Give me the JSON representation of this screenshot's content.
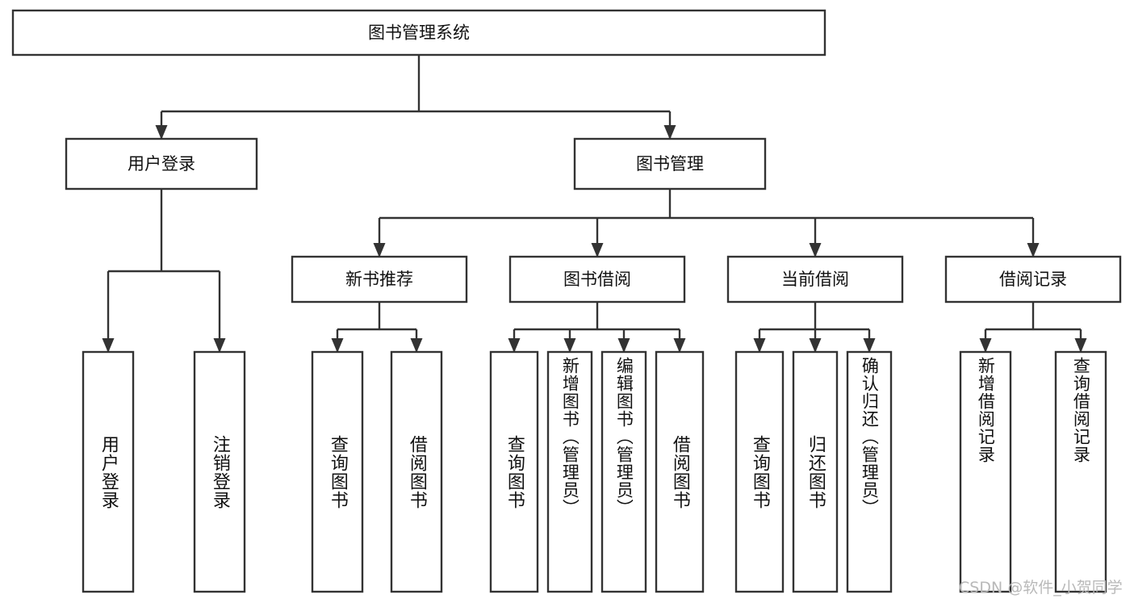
{
  "diagram": {
    "type": "tree",
    "title": "图书管理系统",
    "orientation": "top-down",
    "colors": {
      "background": "#ffffff",
      "box_fill": "#ffffff",
      "box_stroke": "#333333",
      "text": "#111111",
      "watermark": "#b9b9b9"
    },
    "levels": [
      {
        "level": 1,
        "nodes": [
          {
            "id": "root",
            "label": "图书管理系统",
            "text_orientation": "horizontal"
          }
        ]
      },
      {
        "level": 2,
        "nodes": [
          {
            "id": "login",
            "label": "用户登录",
            "parent": "root",
            "text_orientation": "horizontal"
          },
          {
            "id": "bookmgmt",
            "label": "图书管理",
            "parent": "root",
            "text_orientation": "horizontal"
          }
        ]
      },
      {
        "level": 3,
        "nodes": [
          {
            "id": "newbook",
            "label": "新书推荐",
            "parent": "bookmgmt",
            "text_orientation": "horizontal"
          },
          {
            "id": "borrow",
            "label": "图书借阅",
            "parent": "bookmgmt",
            "text_orientation": "horizontal"
          },
          {
            "id": "current",
            "label": "当前借阅",
            "parent": "bookmgmt",
            "text_orientation": "horizontal"
          },
          {
            "id": "records",
            "label": "借阅记录",
            "parent": "bookmgmt",
            "text_orientation": "horizontal"
          }
        ]
      },
      {
        "level": 4,
        "nodes": [
          {
            "id": "leaf-1",
            "label": "用户登录",
            "parent": "login",
            "text_orientation": "vertical"
          },
          {
            "id": "leaf-2",
            "label": "注销登录",
            "parent": "login",
            "text_orientation": "vertical"
          },
          {
            "id": "leaf-3",
            "label": "查询图书",
            "parent": "newbook",
            "text_orientation": "vertical"
          },
          {
            "id": "leaf-4",
            "label": "借阅图书",
            "parent": "newbook",
            "text_orientation": "vertical"
          },
          {
            "id": "leaf-5",
            "label": "查询图书",
            "parent": "borrow",
            "text_orientation": "vertical"
          },
          {
            "id": "leaf-6",
            "label": "新增图书（管理员）",
            "parent": "borrow",
            "text_orientation": "vertical"
          },
          {
            "id": "leaf-7",
            "label": "编辑图书（管理员）",
            "parent": "borrow",
            "text_orientation": "vertical"
          },
          {
            "id": "leaf-8",
            "label": "借阅图书",
            "parent": "borrow",
            "text_orientation": "vertical"
          },
          {
            "id": "leaf-9",
            "label": "查询图书",
            "parent": "current",
            "text_orientation": "vertical"
          },
          {
            "id": "leaf-10",
            "label": "归还图书",
            "parent": "current",
            "text_orientation": "vertical"
          },
          {
            "id": "leaf-11",
            "label": "确认归还（管理员）",
            "parent": "current",
            "text_orientation": "vertical"
          },
          {
            "id": "leaf-12",
            "label": "新增借阅记录",
            "parent": "records",
            "text_orientation": "vertical"
          },
          {
            "id": "leaf-13",
            "label": "查询借阅记录",
            "parent": "records",
            "text_orientation": "vertical"
          }
        ]
      }
    ]
  },
  "watermark": {
    "text": "CSDN @软件_小贺同学"
  }
}
